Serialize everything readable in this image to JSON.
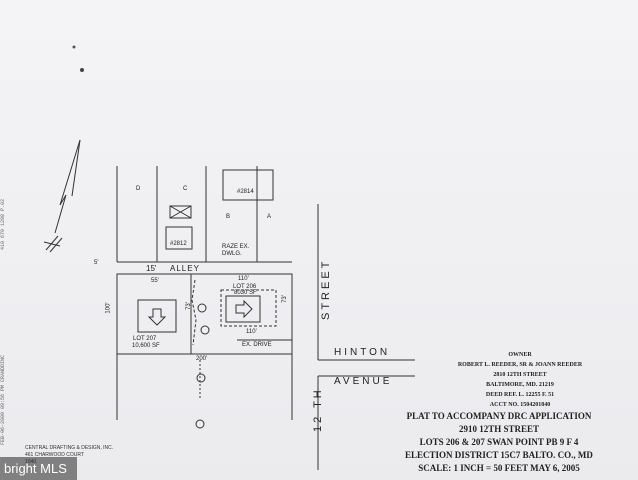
{
  "fax_header": {
    "side_a": "410 679 1298          P.02",
    "side_b": "FEB-06-2009 09:56 PM CRANDDINC"
  },
  "lot_labels": {
    "d": "D",
    "c": "C",
    "b": "B",
    "a": "A"
  },
  "house_numbers": {
    "n2814": "#2814",
    "n2812": "#2812"
  },
  "raze_note": "RAZE EX. DWLG.",
  "alley": {
    "width": "15'",
    "label": "ALLEY",
    "offset": "5'"
  },
  "dimensions": {
    "d100": "100'",
    "d55": "55'",
    "d110_top": "110'",
    "d73_a": "73'",
    "d73_b": "73'",
    "d110_bottom": "110'",
    "d200": "200'"
  },
  "lot206": {
    "label": "LOT 206",
    "area": "8030 SF"
  },
  "lot207": {
    "label": "LOT 207",
    "area": "10,600 SF"
  },
  "ex_drive": "EX. DRIVE",
  "street": {
    "twelfth": "12 TH",
    "street_label": "STREET",
    "hinton": "HINTON",
    "avenue": "AVENUE"
  },
  "owner": {
    "heading": "OWNER",
    "names": "ROBERT L. REEDER, SR & JOANN REEDER",
    "address1": "2810 12TH STREET",
    "address2": "BALTIMORE, MD. 21219",
    "deed": "DEED REF. L. 12255 F. 51",
    "acct": "ACCT NO. 1504201840"
  },
  "plat": {
    "line1": "PLAT TO ACCOMPANY DRC APPLICATION",
    "line2": "2910 12TH STREET",
    "line3": "LOTS 206 & 207 SWAN POINT   PB 9 F 4",
    "line4": "ELECTION DISTRICT 15C7  BALTO. CO., MD",
    "line5": "SCALE: 1 INCH = 50 FEET        MAY 6, 2005"
  },
  "drafting": {
    "line1": "CENTRAL DRAFTING & DESIGN, INC.",
    "line2": "461 CHARWOOD COURT",
    "line3": "1040"
  },
  "watermark": "bright MLS"
}
